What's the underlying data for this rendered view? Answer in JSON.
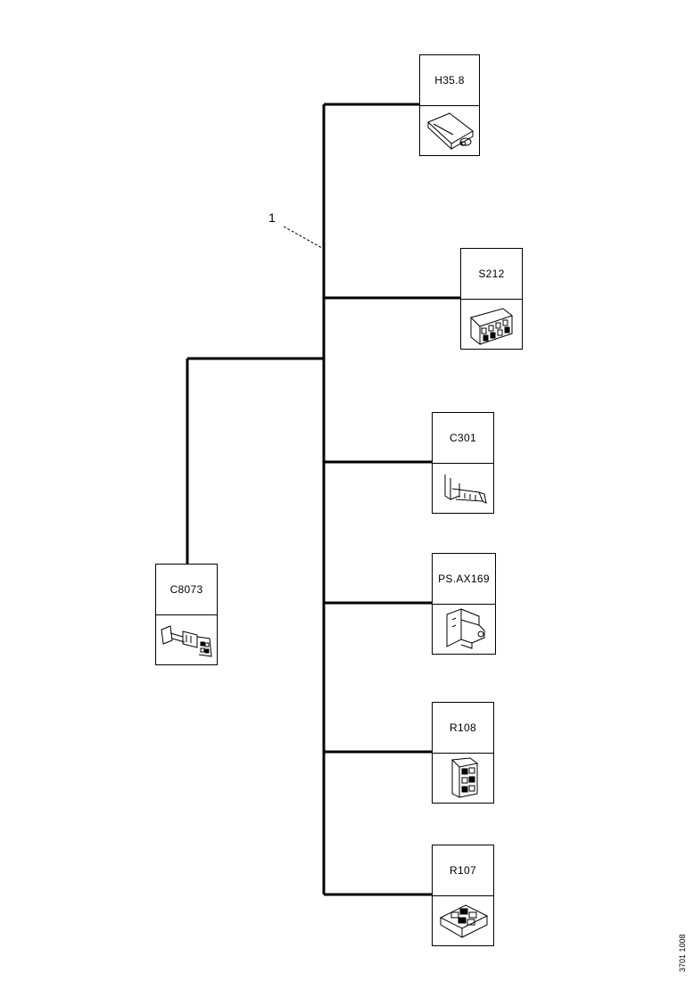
{
  "harness_callout": "1",
  "document_number": "3701 1008",
  "connectors": [
    {
      "code": "H35.8",
      "icon": "plug-housing-icon"
    },
    {
      "code": "S212",
      "icon": "multi-pin-socket-icon"
    },
    {
      "code": "C301",
      "icon": "clip-terminal-icon"
    },
    {
      "code": "PS.AX169",
      "icon": "angled-bracket-connector-icon"
    },
    {
      "code": "R108",
      "icon": "stacked-block-connector-icon"
    },
    {
      "code": "R107",
      "icon": "flat-multi-row-connector-icon"
    },
    {
      "code": "C8073",
      "icon": "cable-plug-assembly-icon"
    }
  ]
}
